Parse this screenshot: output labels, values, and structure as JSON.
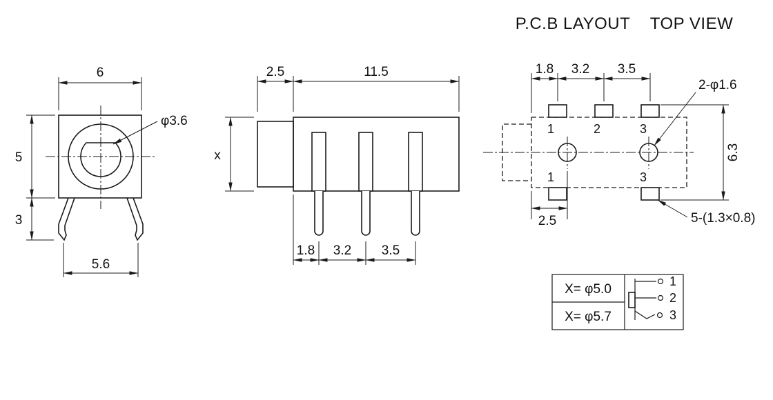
{
  "title": {
    "left": "P.C.B LAYOUT",
    "right": "TOP VIEW"
  },
  "front_view": {
    "dim_width": "6",
    "dim_height_upper": "5",
    "dim_height_lower": "3",
    "dim_feet_span": "5.6",
    "hole_label": "φ3.6"
  },
  "side_view": {
    "dim_flange": "2.5",
    "dim_body": "11.5",
    "dim_diameter": "x",
    "dim_pin1": "1.8",
    "dim_pin2": "3.2",
    "dim_pin3": "3.5"
  },
  "top_view": {
    "dim_pad1": "1.8",
    "dim_pad2": "3.2",
    "dim_pad3": "3.5",
    "hole_label": "2-φ1.6",
    "dim_height": "6.3",
    "dim_offset": "2.5",
    "pad_label": "5-(1.3×0.8)",
    "pin_numbers_top": [
      "1",
      "2",
      "3"
    ],
    "pin_numbers_bottom": [
      "1",
      "3"
    ]
  },
  "spec_table": {
    "rows": [
      "X= φ5.0",
      "X= φ5.7"
    ],
    "schematic_pins": [
      "1",
      "2",
      "3"
    ]
  }
}
